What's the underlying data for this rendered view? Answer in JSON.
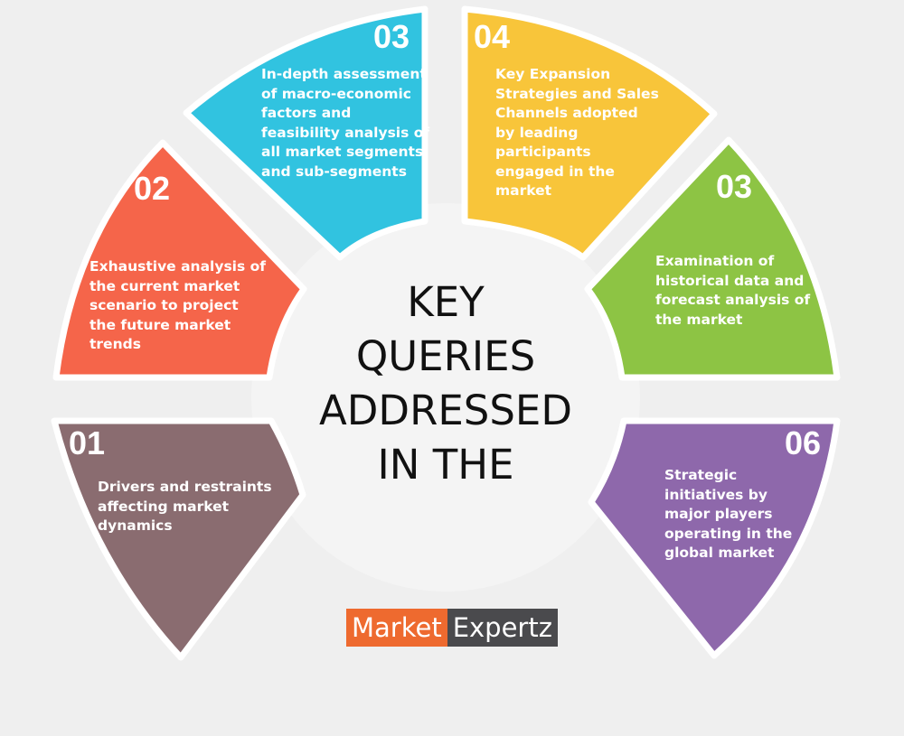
{
  "title_lines": [
    "KEY",
    "QUERIES",
    "ADDRESSED",
    "IN THE"
  ],
  "segments": [
    {
      "number": "01",
      "text": [
        "Drivers and restraints",
        "affecting market",
        "dynamics"
      ],
      "color": "#8a6c70"
    },
    {
      "number": "02",
      "text": [
        "Exhaustive analysis of",
        "the current market",
        "scenario to project",
        "the future market",
        "trends"
      ],
      "color": "#f5654a"
    },
    {
      "number": "03",
      "text": [
        "In-depth assessment",
        "of macro-economic",
        "factors and",
        "feasibility analysis of",
        "all market segments",
        "and sub-segments"
      ],
      "color": "#31c3e0"
    },
    {
      "number": "04",
      "text": [
        "Key Expansion",
        "Strategies and Sales",
        "Channels adopted",
        "by leading",
        "participants",
        "engaged in the",
        "market"
      ],
      "color": "#f8c53a"
    },
    {
      "number": "03",
      "text": [
        "Examination of",
        "historical data and",
        "forecast analysis of",
        "the market"
      ],
      "color": "#8dc444"
    },
    {
      "number": "06",
      "text": [
        "Strategic",
        "initiatives by",
        "major players",
        "operating in the",
        "global market"
      ],
      "color": "#8e68ab"
    }
  ],
  "logo": {
    "part1": "Market",
    "part2": "Expertz",
    "color1": "#ee6a2f",
    "color2": "#4a4a4d"
  }
}
